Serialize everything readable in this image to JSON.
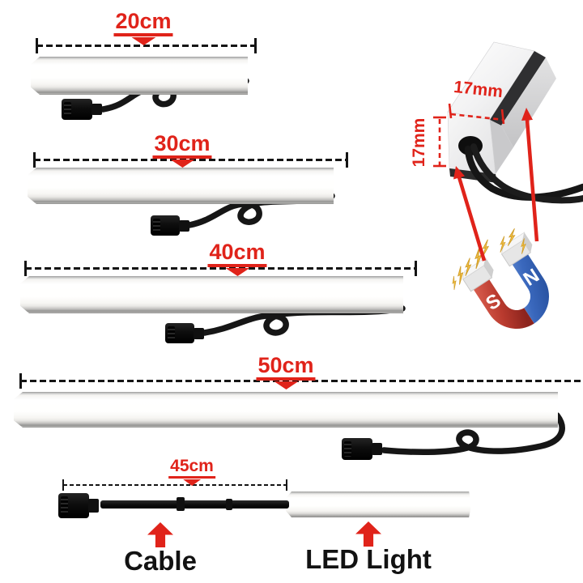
{
  "bars": [
    {
      "length_label": "20cm"
    },
    {
      "length_label": "30cm"
    },
    {
      "length_label": "40cm"
    },
    {
      "length_label": "50cm"
    }
  ],
  "cable_demo": {
    "length_label": "45cm",
    "cable_caption": "Cable",
    "led_caption": "LED Light"
  },
  "profile_detail": {
    "width_label": "17mm",
    "height_label": "17mm"
  },
  "magnet": {
    "south_label": "S",
    "north_label": "N"
  },
  "colors": {
    "accent_red": "#e0231a",
    "caption_black": "#121212",
    "magnet_red": "#b03227",
    "magnet_blue": "#2f5cb0",
    "bolt_gold": "#f5c243"
  }
}
